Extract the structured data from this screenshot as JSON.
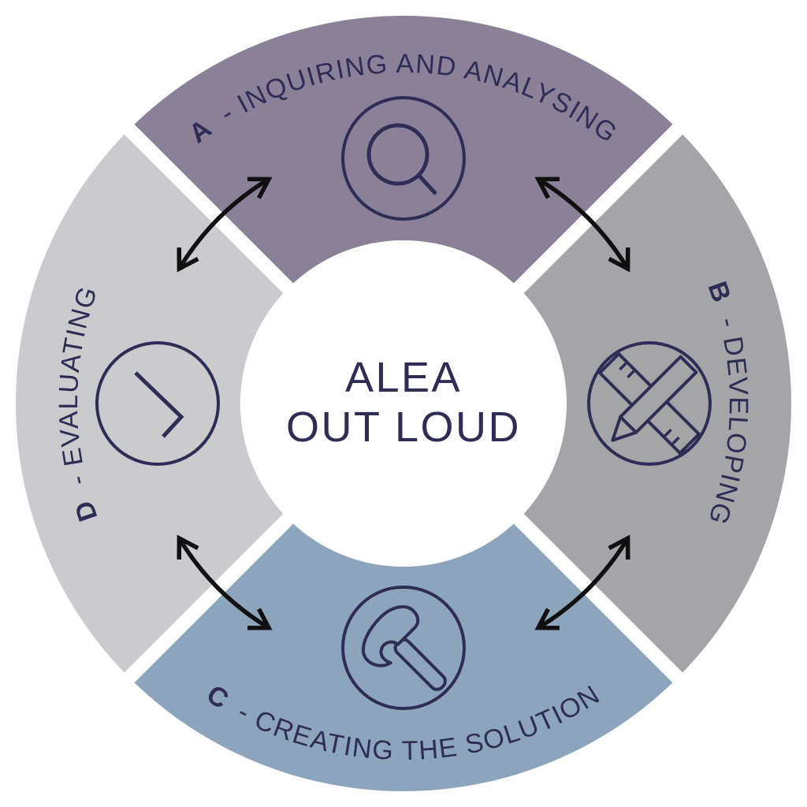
{
  "center": {
    "line1": "ALEA",
    "line2": "OUT LOUD"
  },
  "quadrants": [
    {
      "letter": "A",
      "label": "- INQUIRING AND ANALYSING",
      "color": "#8A8199",
      "icon": "magnifier",
      "position": "top"
    },
    {
      "letter": "B",
      "label": "- DEVELOPING",
      "color": "#A5A4A6",
      "icon": "pencil-and-ruler",
      "position": "right"
    },
    {
      "letter": "C",
      "label": "- CREATING THE SOLUTION",
      "color": "#8CA4BC",
      "icon": "hammer",
      "position": "bottom"
    },
    {
      "letter": "D",
      "label": "- EVALUATING",
      "color": "#CBCACC",
      "icon": "clock",
      "position": "left"
    }
  ],
  "arrows": [
    {
      "between": "D-A",
      "position": "top-left"
    },
    {
      "between": "A-B",
      "position": "top-right"
    },
    {
      "between": "B-C",
      "position": "bottom-right"
    },
    {
      "between": "C-D",
      "position": "bottom-left"
    }
  ],
  "colors": {
    "text": "#2F2D55",
    "icon_stroke": "#2F2D55",
    "arrow": "#101010",
    "divider": "#FFFFFF",
    "background": "#FFFFFF",
    "center_disc": "#FFFFFF"
  }
}
